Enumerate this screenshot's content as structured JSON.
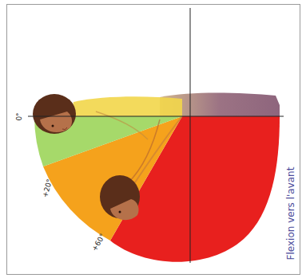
{
  "diagram": {
    "labels": [
      "0°",
      "+20°",
      "+60°",
      "Flexion vers l'avant"
    ]
  }
}
